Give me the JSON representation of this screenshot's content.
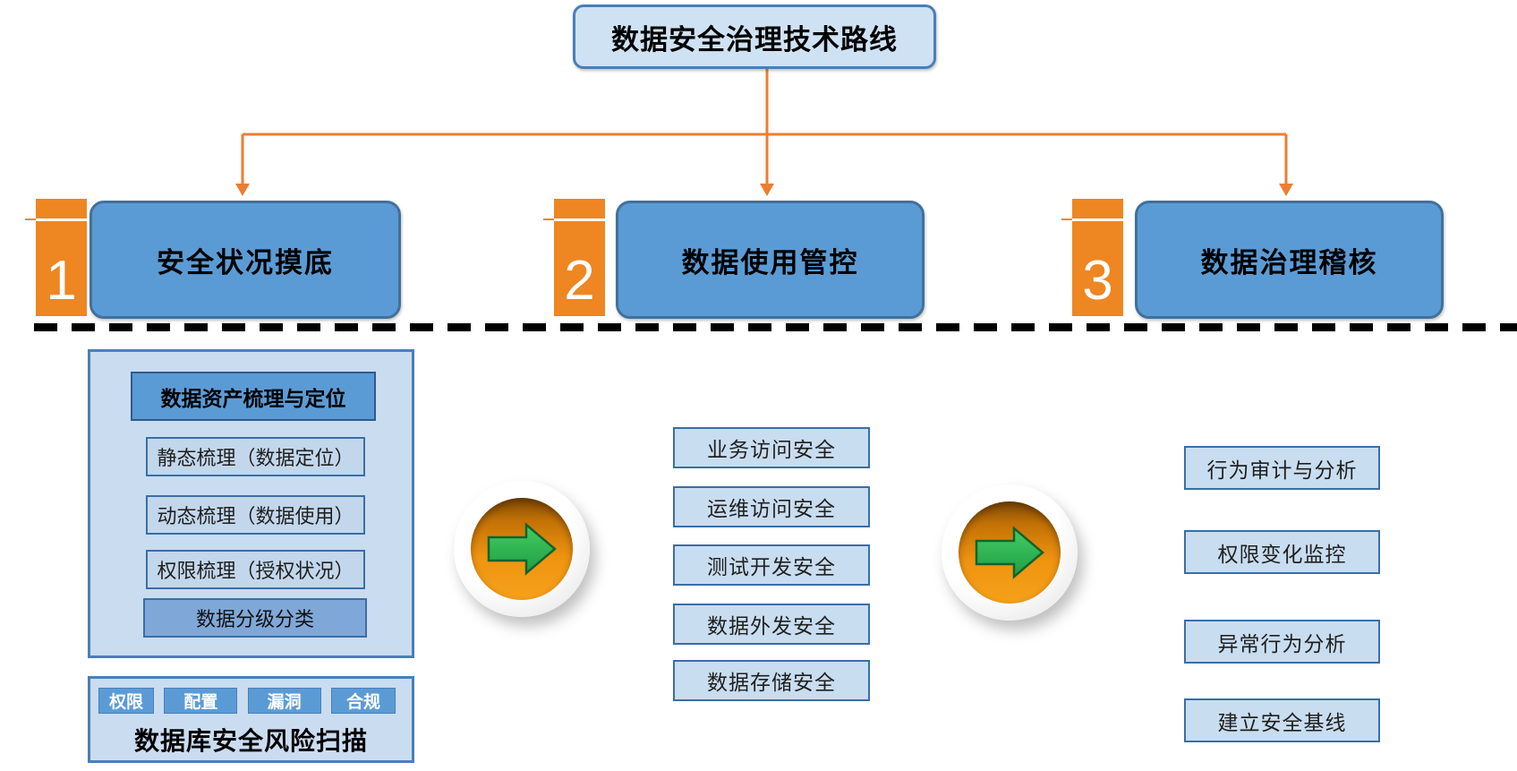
{
  "title": "数据安全治理技术路线",
  "stages": [
    {
      "number": "1",
      "label": "安全状况摸底"
    },
    {
      "number": "2",
      "label": "数据使用管控"
    },
    {
      "number": "3",
      "label": "数据治理稽核"
    }
  ],
  "column1": {
    "panel1": {
      "header": "数据资产梳理与定位",
      "items": [
        "静态梳理（数据定位）",
        "动态梳理（数据使用）",
        "权限梳理（授权状况）"
      ],
      "highlight_item": "数据分级分类"
    },
    "panel2": {
      "chips": [
        "权限",
        "配置",
        "漏洞",
        "合规"
      ],
      "title": "数据库安全风险扫描"
    }
  },
  "column2": {
    "items": [
      "业务访问安全",
      "运维访问安全",
      "测试开发安全",
      "数据外发安全",
      "数据存储安全"
    ]
  },
  "column3": {
    "items": [
      "行为审计与分析",
      "权限变化监控",
      "异常行为分析",
      "建立安全基线"
    ]
  },
  "icons": {
    "arrow1": "next-step-arrow",
    "arrow2": "next-step-arrow"
  },
  "colors": {
    "stage_fill": "#5b9bd5",
    "stage_border": "#41719c",
    "badge_orange": "#ee8622",
    "connector_orange": "#ed7d31",
    "title_fill": "#cfe2f3",
    "panel_fill": "#cadcf0",
    "item_fill": "#c9ddf0",
    "item_border": "#3a6ea5",
    "highlight_fill": "#7fa8d9",
    "arrow_green": "#2db34a",
    "divider": "#000000"
  }
}
